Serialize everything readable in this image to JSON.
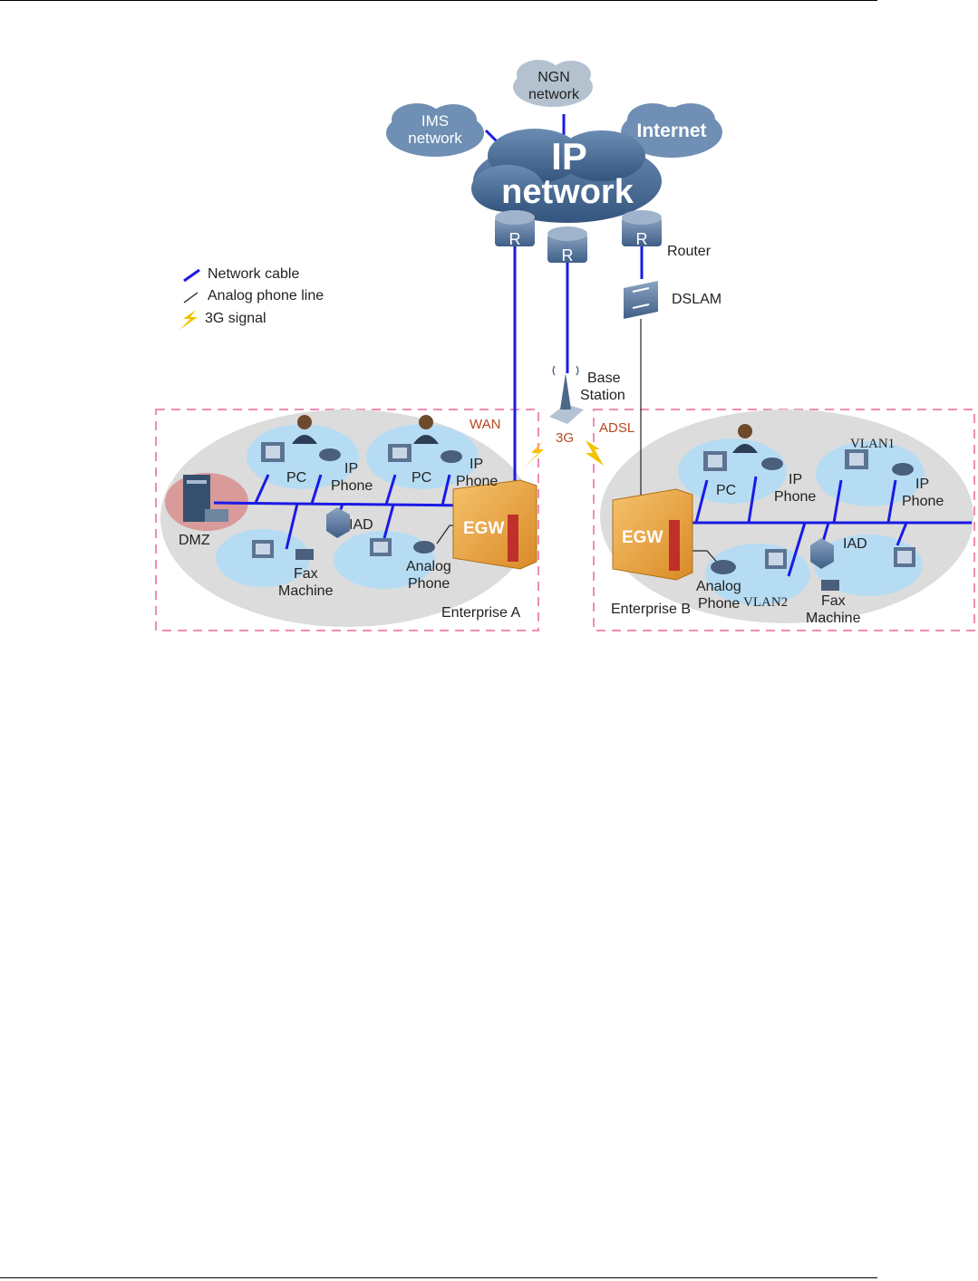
{
  "clouds": {
    "ngn": [
      "NGN",
      "network"
    ],
    "ims": [
      "IMS",
      "network"
    ],
    "internet": "Internet",
    "ip": [
      "IP",
      "network"
    ]
  },
  "legend": {
    "network_cable": "Network cable",
    "analog_line": "Analog phone line",
    "signal_3g": "3G signal"
  },
  "core": {
    "router_letter": "R",
    "router": "Router",
    "dslam": "DSLAM",
    "base_station": [
      "Base",
      "Station"
    ],
    "link_3g": "3G",
    "wan": "WAN",
    "adsl": "ADSL"
  },
  "enterprise_a": {
    "name": "Enterprise A",
    "egw": "EGW",
    "dmz": "DMZ",
    "pc1": "PC",
    "ip_phone1": [
      "IP",
      "Phone"
    ],
    "pc2": "PC",
    "ip_phone2": [
      "IP",
      "Phone"
    ],
    "iad": "IAD",
    "fax": [
      "Fax",
      "Machine"
    ],
    "analog_phone": [
      "Analog",
      "Phone"
    ]
  },
  "enterprise_b": {
    "name": "Enterprise B",
    "egw": "EGW",
    "pc": "PC",
    "ip_phone1": [
      "IP",
      "Phone"
    ],
    "vlan1": "VLAN1",
    "ip_phone2": [
      "IP",
      "Phone"
    ],
    "iad": "IAD",
    "analog_phone": [
      "Analog",
      "Phone"
    ],
    "vlan2": "VLAN2",
    "fax": [
      "Fax",
      "Machine"
    ]
  },
  "colors": {
    "network_cable": "#1a1ae6",
    "analog_line": "#222222",
    "signal": "#f2c200",
    "cloud": "#9fb2c6",
    "big_cloud": "#4d7098",
    "egw": "#e9a43c",
    "zone": "#dcdcdc",
    "dashed": "#f08cb4",
    "accent_text": "#b5491e"
  }
}
